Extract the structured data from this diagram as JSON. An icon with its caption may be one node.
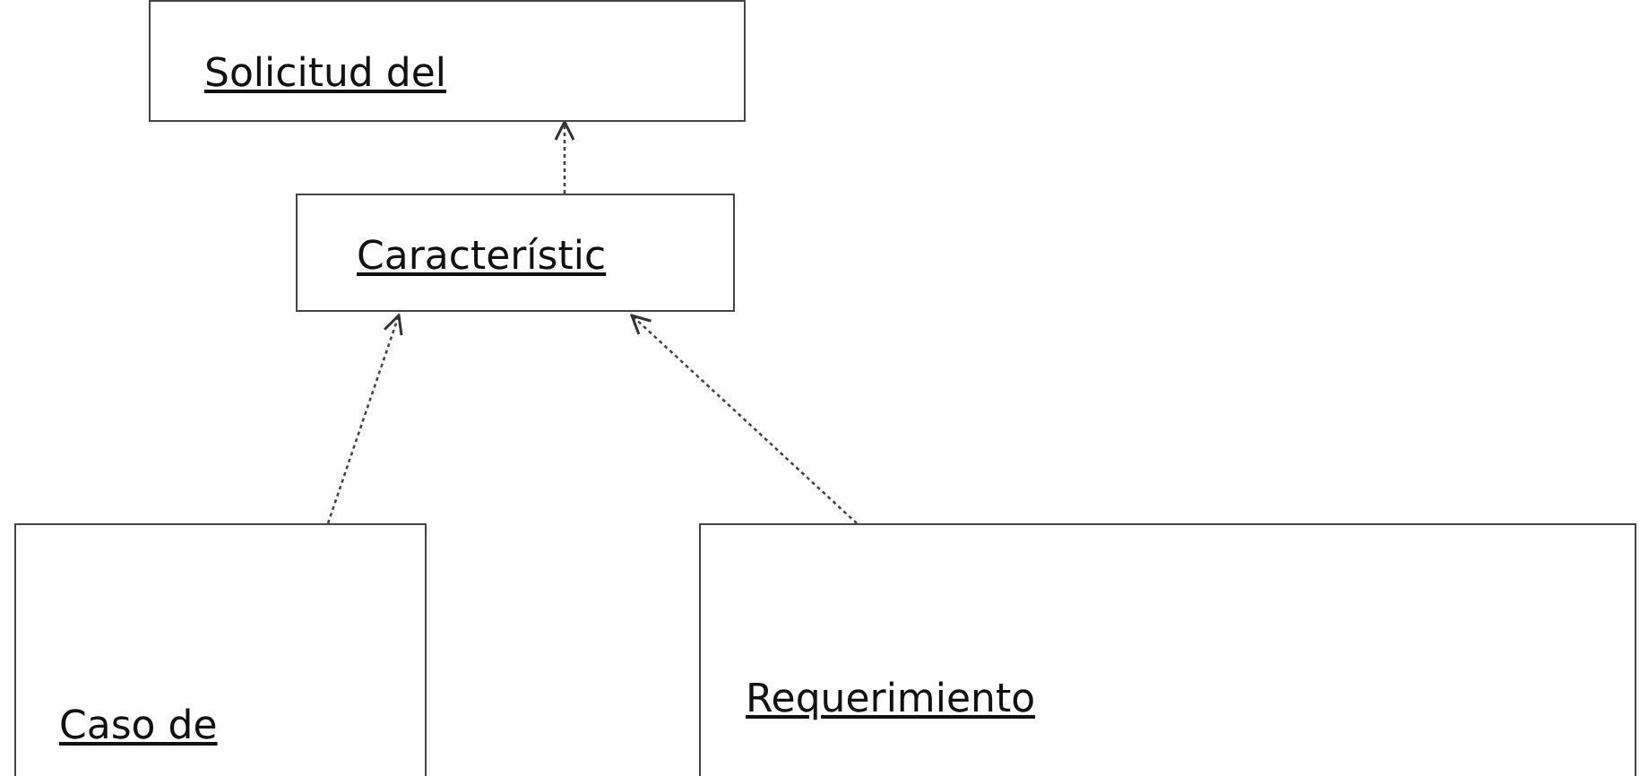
{
  "diagram": {
    "nodes": [
      {
        "text": [
          "Solicitud del"
        ]
      },
      {
        "text": [
          "Característic"
        ]
      },
      {
        "text": [
          "Caso de"
        ]
      },
      {
        "text": [
          "Requerimiento"
        ]
      }
    ],
    "edges": [
      {
        "from": 1,
        "to": 0,
        "arrow": "to",
        "style": "dashed"
      },
      {
        "from": 2,
        "to": 1,
        "arrow": "to",
        "style": "dashed"
      },
      {
        "from": 3,
        "to": 1,
        "arrow": "to",
        "style": "dashed"
      }
    ]
  }
}
